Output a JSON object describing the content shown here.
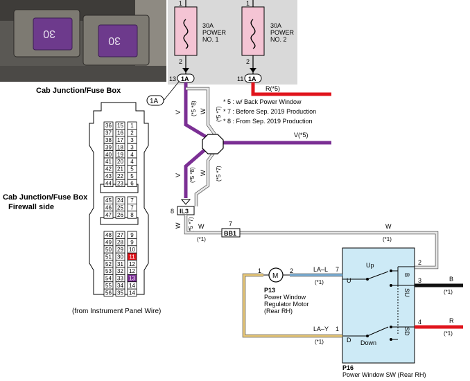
{
  "photo": {
    "caption": "Cab Junction/Fuse Box",
    "fuse_labels": [
      "30",
      "30"
    ]
  },
  "fuses": [
    {
      "id": "fuse-1",
      "rating": "30A",
      "line1": "POWER",
      "line2": "NO. 1",
      "pin_top": "1",
      "pin_bottom": "2",
      "connector_pin": "13",
      "connector": "1A"
    },
    {
      "id": "fuse-2",
      "rating": "30A",
      "line1": "POWER",
      "line2": "NO. 2",
      "pin_top": "1",
      "pin_bottom": "2",
      "connector_pin": "11",
      "connector": "1A"
    }
  ],
  "connector_callout": "1A",
  "notes": [
    "* 5 : w/ Back Power Window",
    "* 7 : Before Sep.  2019 Production",
    "* 8 : From Sep.  2019 Production"
  ],
  "wires": {
    "red_top": "R(*5)",
    "violet_right": "V(*5)",
    "w_left": "V",
    "w_left_note": "(*5 *8)",
    "w_mid": "W",
    "w_mid_note": "(*5 *7)",
    "lower_v": "V",
    "lower_v_note": "(*5 *8)",
    "lower_w": "W",
    "lower_w_note": "(*5 *7)",
    "il3_w": "W",
    "il3_w_note": "(*5 *7)",
    "bb1_left_w": "W",
    "bb1_left_note": "(*1)",
    "top_w": "W",
    "top_w_note": "(*1)",
    "la_l": "LA–L",
    "la_l_note": "(*1)",
    "la_y": "LA–Y",
    "la_y_note": "(*1)",
    "b_out": "B",
    "b_out_note": "(*1)",
    "r_out": "R",
    "r_out_note": "(*1)"
  },
  "connectors": {
    "il3": {
      "pin": "8",
      "name": "IL3"
    },
    "bb1": {
      "pin": "7",
      "name": "BB1"
    }
  },
  "motor": {
    "id": "P13",
    "name_lines": [
      "Power Window",
      "Regulator Motor",
      "(Rear RH)"
    ],
    "symbol": "M",
    "pin_left": "1",
    "pin_right": "2"
  },
  "switch": {
    "id": "P16",
    "name": "Power Window SW (Rear RH)",
    "up_label": "Up",
    "down_label": "Down",
    "u_label": "U",
    "d_label": "D",
    "b_label": "B",
    "su_label": "SU",
    "sd_label": "SD",
    "pin_la_l": "7",
    "pin_la_y": "1",
    "pin_b_top": "2",
    "pin_b": "3",
    "pin_sd": "4"
  },
  "side_connector": {
    "title_line1": "Cab Junction/Fuse Box",
    "title_line2": "Firewall side",
    "footer": "(from Instrument Panel Wire)",
    "rows": [
      [
        "36",
        "15",
        "1"
      ],
      [
        "37",
        "16",
        "2"
      ],
      [
        "38",
        "17",
        "3"
      ],
      [
        "39",
        "18",
        "3"
      ],
      [
        "40",
        "19",
        "4"
      ],
      [
        "41",
        "20",
        "4"
      ],
      [
        "42",
        "21",
        "5"
      ],
      [
        "43",
        "22",
        "5"
      ],
      [
        "44",
        "23",
        "6"
      ],
      [
        "45",
        "24",
        "7"
      ],
      [
        "46",
        "25",
        "7"
      ],
      [
        "47",
        "26",
        "8"
      ],
      [
        "48",
        "27",
        "9"
      ],
      [
        "49",
        "28",
        "9"
      ],
      [
        "50",
        "29",
        "10"
      ],
      [
        "51",
        "30",
        "11"
      ],
      [
        "52",
        "31",
        "12"
      ],
      [
        "53",
        "32",
        "12"
      ],
      [
        "54",
        "33",
        "13"
      ],
      [
        "55",
        "34",
        "14"
      ],
      [
        "56",
        "35",
        "14"
      ]
    ],
    "highlight_red": "11",
    "highlight_purple": "13"
  },
  "colors": {
    "violet": "#7b2f94",
    "red": "#e0141c",
    "white_wire": "#dddddd",
    "blue_wire": "#7aaed6",
    "yellow_wire": "#e8c878",
    "fuse_pink": "#f4c4d4",
    "switch_blue": "#cdeaf6",
    "gray_panel": "#d9d9d9"
  }
}
